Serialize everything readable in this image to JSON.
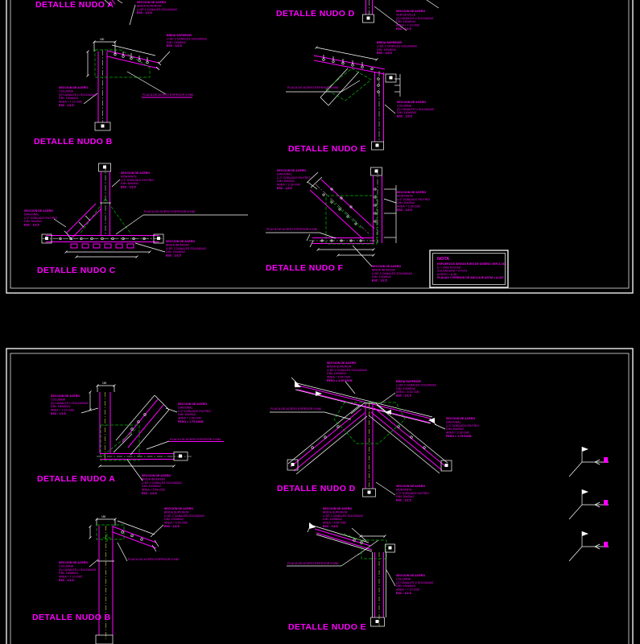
{
  "colors": {
    "background": "#000000",
    "linework_accent": "#FF00FF",
    "dimension_lines": "#FFFFFF",
    "auxiliary_dashed": "#00B400",
    "centerline": "#CCCC4D"
  },
  "sheet1": {
    "detail_a": {
      "title": "DETALLE NUDO A",
      "note_top": [
        "SECCION DE ACERO",
        "BRIDA SUPERIOR",
        "U DE 2 CANALES SOLDADAS",
        "ESC : 1/2.5"
      ]
    },
    "detail_b": {
      "title": "DETALLE NUDO B",
      "dim_top": "150",
      "note_right": [
        "BRIDA SUPERIOR",
        "U DE 2 CANALES SOLDADAS",
        "DIM. 100x50x2",
        "ESC : 1/2.5"
      ],
      "note_left": [
        "SECCION DE ACERO",
        "COLUMNA",
        "(2) CANALES U SOLDADAS",
        "DIM. 150x50x3",
        "AREA = 7.10 CM2",
        "ESC : 1/2.5"
      ],
      "plate_label": "PLACA DE ACERO ESPESOR 6 MM"
    },
    "detail_c": {
      "title": "DETALLE NUDO C",
      "note_right": [
        "SECCION DE ACERO",
        "MONTANTE",
        "U 2\" DOBLADO EN FRIO",
        "DIM. 50x25x2",
        "ESC : 1/2.5"
      ],
      "note_left": [
        "SECCION DE ACERO",
        "DIAGONAL",
        "U 2\" DOBLADO EN FRIO",
        "DIM. 50x25x2",
        "ESC : 1/2.5"
      ],
      "note_right2": [
        "SECCION DE ACERO",
        "BRIDA INFERIOR",
        "U DE 2 CANALES SOLDADAS",
        "DIM. 100x50x2",
        "ESC : 1/2.5"
      ],
      "plate_label": "PLACA DE ACERO ESPESOR 6 MM"
    },
    "detail_d": {
      "title": "DETALLE NUDO D",
      "note_right": [
        "SECCION DE ACERO",
        "VER DETALLE",
        "(2) CANALES U SOLDADAS",
        "DIM. 150x50x3",
        "AREA = 7.10 CM2",
        "ESC : 1/2.5"
      ]
    },
    "detail_e": {
      "title": "DETALLE NUDO E",
      "note_top": [
        "BRIDA SUPERIOR",
        "U DE 2 CANALES SOLDADAS",
        "DIM. 100x50x2",
        "ESC : 1/2.5"
      ],
      "note_bottom": [
        "SECCION DE ACERO",
        "COLUMNA",
        "(2) CANALES U SOLDADAS",
        "DIM. 150x50x3",
        "ESC : 1/2.5"
      ],
      "plate_label": "PLACA DE ACERO ESPESOR 6 MM"
    },
    "detail_f": {
      "title": "DETALLE NUDO F",
      "note_topleft": [
        "SECCION DE ACERO",
        "DIAGONAL",
        "U 2\" DOBLADO EN FRIO",
        "DIM. 50x25x2",
        "AREA = 2.28 CM2",
        "ESC : 1/2.5"
      ],
      "note_right": [
        "SECCION DE ACERO",
        "MONTANTE",
        "U 2\" DOBLADO EN FRIO",
        "DIM. 50x25x2",
        "AREA = 2.28 CM2",
        "ESC : 1/2.5"
      ],
      "note_bottom": [
        "SECCION DE ACERO",
        "BRIDA INFERIOR",
        "U DE 2 CANALES SOLDADAS",
        "DIM. 100x50x2",
        "ESC : 1/2.5"
      ],
      "plate_label": "PLACA DE ACERO ESPESOR 6 MM"
    },
    "nota": {
      "title": "NOTA",
      "lines": [
        "ESFUERZOS SEGUN EJES DE DISEÑO VER A-36",
        "fy = 2530 KG/CM2",
        "SOLDADURA = E70XX",
        "ACERO = A-36",
        "PLACAS Y PERNOS DE ANCLAJE ASTM = A-307"
      ]
    }
  },
  "sheet2": {
    "detail_a": {
      "title": "DETALLE NUDO A",
      "dim_top": "150",
      "note_left": [
        "SECCION DE ACERO",
        "COLUMNA",
        "(2) CANALES U SOLDADAS",
        "DIM. 150x50x3",
        "AREA = 7.10 CM2",
        "ESC : 1/2.5"
      ],
      "note_right": [
        "SECCION DE ACERO",
        "DIAGONAL",
        "U 2\" DOBLADO EN FRIO",
        "DIM. 50x25x2",
        "AREA = 2.28 CM2",
        "PESO = 1.79 KG/M"
      ],
      "note_bottom": [
        "SECCION DE ACERO",
        "BRIDA INFERIOR",
        "U DE 2 CANALES SOLDADAS",
        "DIM. 100x50x2",
        "AREA = 5.54 CM2",
        "ESC : 1/2.5"
      ],
      "plate_label": "PLACA DE ACERO ESPESOR 9 MM"
    },
    "detail_b": {
      "title": "DETALLE NUDO B",
      "dim_top": "150",
      "note_left": [
        "SECCION DE ACERO",
        "COLUMNA",
        "(2) CANALES U SOLDADAS",
        "DIM. 150x50x3",
        "AREA = 7.10 CM2",
        "ESC : 1/2.5"
      ],
      "note_topright": [
        "SECCION DE ACERO",
        "BRIDA SUPERIOR",
        "U DE 2 CANALES SOLDADAS",
        "DIM. 100x50x2",
        "AREA = 5.54 CM2",
        "ESC : 1/2.5"
      ],
      "plate_label": "PLACA DE ACERO ESPESOR 9 MM"
    },
    "detail_d": {
      "title": "DETALLE NUDO D",
      "note_top": [
        "SECCION DE ACERO",
        "BRIDA SUPERIOR",
        "U DE 2 CANALES SOLDADAS",
        "DIM. 100x50x2",
        "AREA = 5.54 CM2",
        "PESO = 4.35 KG/M"
      ],
      "note_topright": [
        "BRIDA SUPERIOR",
        "U DE 2 CANALES SOLDADAS",
        "DIM. 100x50x2",
        "AREA = 5.54 CM2",
        "ESC : 1/2.5"
      ],
      "note_right": [
        "SECCION DE ACERO",
        "DIAGONAL",
        "U 2\" DOBLADO EN FRIO",
        "DIM. 50x25x2",
        "AREA = 2.28 CM2",
        "PESO = 1.79 KG/M"
      ],
      "note_botright": [
        "SECCION DE ACERO",
        "MONTANTE",
        "U 2\" DOBLADO EN FRIO",
        "DIM. 50x25x2",
        "ESC : 1/2.5"
      ],
      "plate_label": "PLACA DE ACERO ESPESOR 9 MM"
    },
    "detail_e": {
      "title": "DETALLE NUDO E",
      "note_top": [
        "SECCION DE ACERO",
        "BRIDA SUPERIOR",
        "U DE 2 CANALES SOLDADAS",
        "DIM. 100x50x2",
        "AREA = 5.54 CM2",
        "ESC : 1/2.5"
      ],
      "note_right": [
        "SECCION DE ACERO",
        "COLUMNA",
        "(2) CANALES U SOLDADAS",
        "DIM. 150x50x3",
        "AREA = 7.10 CM2",
        "ESC : 1/2.5"
      ],
      "plate_label": "PLACA DE ACERO ESPESOR 9 MM"
    }
  }
}
